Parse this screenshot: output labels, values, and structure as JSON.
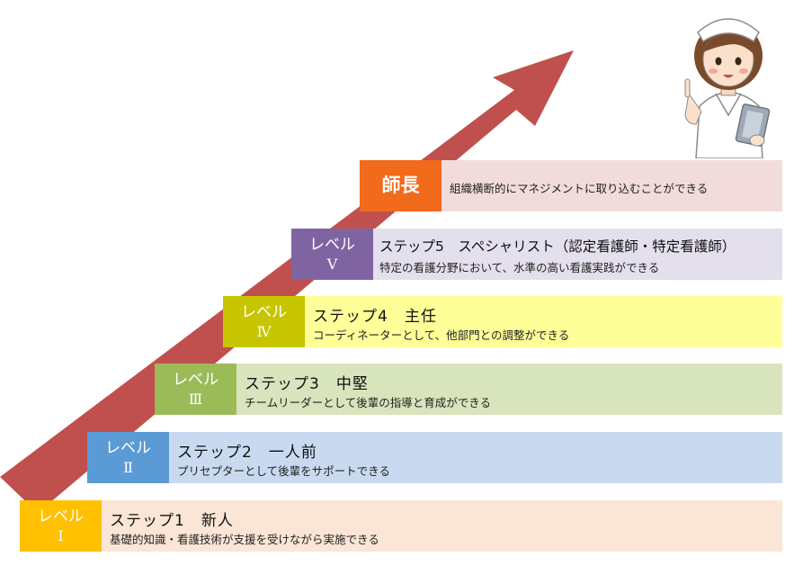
{
  "rows": [
    {
      "level": "レベル",
      "roman": "Ⅰ",
      "title": "ステップ1　新人",
      "desc": "基礎的知識・看護技術が支援を受けながら実施できる",
      "badge_color": "#FFC000",
      "bar_color": "#FBE5D6"
    },
    {
      "level": "レベル",
      "roman": "Ⅱ",
      "title": "ステップ2　一人前",
      "desc": "プリセプターとして後輩をサポートできる",
      "badge_color": "#5B9BD5",
      "bar_color": "#C9DAF0"
    },
    {
      "level": "レベル",
      "roman": "Ⅲ",
      "title": "ステップ3　中堅",
      "desc": "チームリーダーとして後輩の指導と育成ができる",
      "badge_color": "#9BBB59",
      "bar_color": "#D8E4BC"
    },
    {
      "level": "レベル",
      "roman": "Ⅳ",
      "title": "ステップ4　主任",
      "desc": "コーディネーターとして、他部門との調整ができる",
      "badge_color": "#C6C500",
      "bar_color": "#FFFF99"
    },
    {
      "level": "レベル",
      "roman": "Ⅴ",
      "title": "ステップ5　スペシャリスト（認定看護師・特定看護師）",
      "desc": "特定の看護分野において、水準の高い看護実践ができる",
      "badge_color": "#8064A2",
      "bar_color": "#E4DFEC"
    }
  ],
  "top": {
    "label": "師長",
    "desc": "組織横断的にマネジメントに取り込むことができる",
    "badge_color": "#F26A1B",
    "bar_color": "#F2DCDB"
  },
  "arrow_color": "#C0504D",
  "icons": {
    "illustration": "nurse-illustration"
  }
}
